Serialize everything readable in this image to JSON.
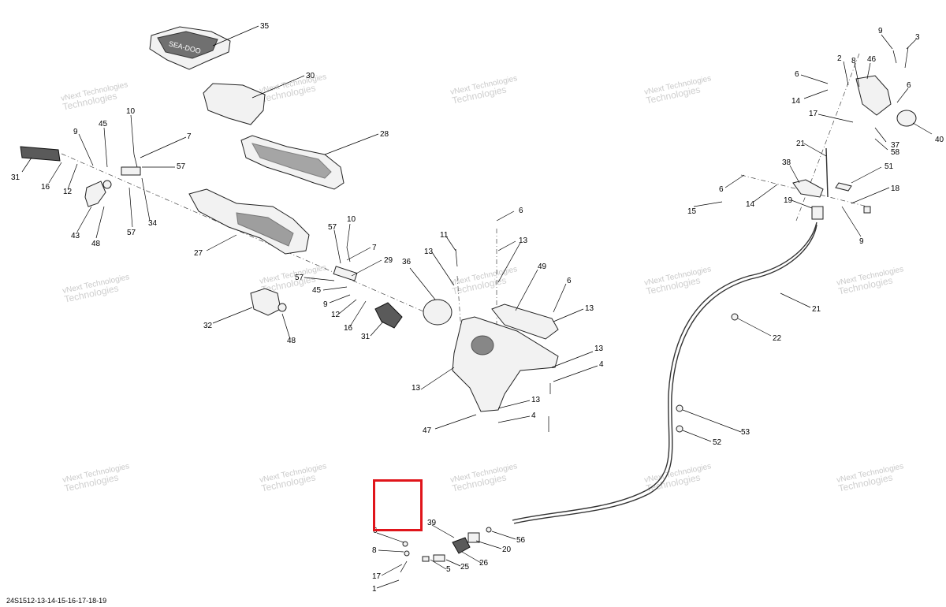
{
  "diagram": {
    "code": "24S1512-13-14-15-16-17-18-19",
    "watermark_line1": "vNext Technologies",
    "watermark_line2": "Technologies",
    "logo_text": "SEA-DOO",
    "callouts": [
      {
        "id": "c35",
        "text": "35"
      },
      {
        "id": "c30",
        "text": "30"
      },
      {
        "id": "c28",
        "text": "28"
      },
      {
        "id": "c10a",
        "text": "10"
      },
      {
        "id": "c9a",
        "text": "9"
      },
      {
        "id": "c45a",
        "text": "45"
      },
      {
        "id": "c7a",
        "text": "7"
      },
      {
        "id": "c57a",
        "text": "57"
      },
      {
        "id": "c31a",
        "text": "31"
      },
      {
        "id": "c16a",
        "text": "16"
      },
      {
        "id": "c12a",
        "text": "12"
      },
      {
        "id": "c43",
        "text": "43"
      },
      {
        "id": "c48a",
        "text": "48"
      },
      {
        "id": "c57b",
        "text": "57"
      },
      {
        "id": "c34",
        "text": "34"
      },
      {
        "id": "c27",
        "text": "27"
      },
      {
        "id": "c10b",
        "text": "10"
      },
      {
        "id": "c57c",
        "text": "57"
      },
      {
        "id": "c7b",
        "text": "7"
      },
      {
        "id": "c29",
        "text": "29"
      },
      {
        "id": "c57d",
        "text": "57"
      },
      {
        "id": "c45b",
        "text": "45"
      },
      {
        "id": "c9b",
        "text": "9"
      },
      {
        "id": "c12b",
        "text": "12"
      },
      {
        "id": "c16b",
        "text": "16"
      },
      {
        "id": "c31b",
        "text": "31"
      },
      {
        "id": "c32",
        "text": "32"
      },
      {
        "id": "c48b",
        "text": "48"
      },
      {
        "id": "c36",
        "text": "36"
      },
      {
        "id": "c11",
        "text": "11"
      },
      {
        "id": "c13a",
        "text": "13"
      },
      {
        "id": "c6a",
        "text": "6"
      },
      {
        "id": "c13b",
        "text": "13"
      },
      {
        "id": "c49",
        "text": "49"
      },
      {
        "id": "c6b",
        "text": "6"
      },
      {
        "id": "c13c",
        "text": "13"
      },
      {
        "id": "c13d",
        "text": "13"
      },
      {
        "id": "c4a",
        "text": "4"
      },
      {
        "id": "c13e",
        "text": "13"
      },
      {
        "id": "c13f",
        "text": "13"
      },
      {
        "id": "c4b",
        "text": "4"
      },
      {
        "id": "c47",
        "text": "47"
      },
      {
        "id": "c9c",
        "text": "9"
      },
      {
        "id": "c3",
        "text": "3"
      },
      {
        "id": "c2",
        "text": "2"
      },
      {
        "id": "c8a",
        "text": "8"
      },
      {
        "id": "c46",
        "text": "46"
      },
      {
        "id": "c6c",
        "text": "6"
      },
      {
        "id": "c6d",
        "text": "6"
      },
      {
        "id": "c14a",
        "text": "14"
      },
      {
        "id": "c17a",
        "text": "17"
      },
      {
        "id": "c40",
        "text": "40"
      },
      {
        "id": "c37",
        "text": "37"
      },
      {
        "id": "c58",
        "text": "58"
      },
      {
        "id": "c21a",
        "text": "21"
      },
      {
        "id": "c38",
        "text": "38"
      },
      {
        "id": "c51",
        "text": "51"
      },
      {
        "id": "c6e",
        "text": "6"
      },
      {
        "id": "c18",
        "text": "18"
      },
      {
        "id": "c14b",
        "text": "14"
      },
      {
        "id": "c19",
        "text": "19"
      },
      {
        "id": "c15",
        "text": "15"
      },
      {
        "id": "c9d",
        "text": "9"
      },
      {
        "id": "c21b",
        "text": "21"
      },
      {
        "id": "c22",
        "text": "22"
      },
      {
        "id": "c53",
        "text": "53"
      },
      {
        "id": "c52",
        "text": "52"
      },
      {
        "id": "c39",
        "text": "39"
      },
      {
        "id": "c56",
        "text": "56"
      },
      {
        "id": "c20",
        "text": "20"
      },
      {
        "id": "c6f",
        "text": "6"
      },
      {
        "id": "c8b",
        "text": "8"
      },
      {
        "id": "c26",
        "text": "26"
      },
      {
        "id": "c25",
        "text": "25"
      },
      {
        "id": "c5",
        "text": "5"
      },
      {
        "id": "c17b",
        "text": "17"
      },
      {
        "id": "c1",
        "text": "1"
      }
    ]
  },
  "colors": {
    "highlight": "#e0151b",
    "line": "#000000",
    "watermark": "#c9c9c9"
  }
}
